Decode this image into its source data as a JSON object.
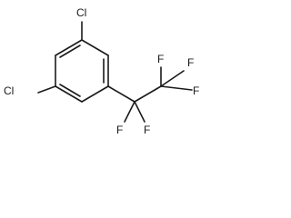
{
  "molecule": {
    "atoms": {
      "cl_top": "Cl",
      "cl_left": "Cl",
      "f_upper_left": "F",
      "f_upper_mid": "F",
      "f_upper_right": "F",
      "f_lower_left": "F",
      "f_lower_right": "F"
    }
  }
}
